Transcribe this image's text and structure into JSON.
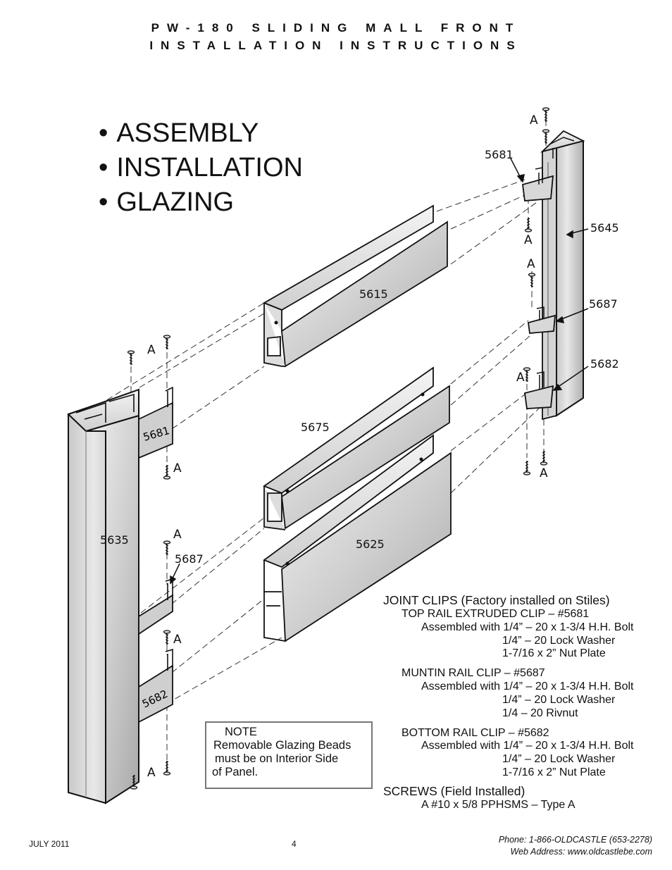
{
  "header": {
    "line1": "PW-180 SLIDING MALL FRONT",
    "line2": "INSTALLATION INSTRUCTIONS"
  },
  "bullets": [
    "ASSEMBLY",
    "INSTALLATION",
    "GLAZING"
  ],
  "part_labels": {
    "p5635": "5635",
    "p5645": "5645",
    "p5615": "5615",
    "p5675": "5675",
    "p5625": "5625",
    "p5681_right": "5681",
    "p5687_right": "5687",
    "p5682_right": "5682",
    "p5681_left": "5681",
    "p5687_left": "5687",
    "p5682_left": "5682",
    "screw_label": "A"
  },
  "joint_clips": {
    "heading": "JOINT CLIPS (Factory installed on Stiles)",
    "top_rail": {
      "title": "TOP RAIL EXTRUDED CLIP – #5681",
      "line1": "Assembled with 1/4” – 20 x 1-3/4 H.H. Bolt",
      "line2": "1/4” – 20 Lock Washer",
      "line3": "1-7/16 x 2” Nut Plate"
    },
    "muntin_rail": {
      "title": "MUNTIN RAIL CLIP – #5687",
      "line1": "Assembled with 1/4” – 20 x 1-3/4 H.H. Bolt",
      "line2": "1/4” – 20 Lock Washer",
      "line3": "1/4 – 20 Rivnut"
    },
    "bottom_rail": {
      "title": "BOTTOM RAIL CLIP – #5682",
      "line1": "Assembled with 1/4” – 20 x 1-3/4 H.H. Bolt",
      "line2": "1/4” – 20 Lock Washer",
      "line3": "1-7/16 x 2” Nut Plate"
    }
  },
  "screws": {
    "heading": "SCREWS  (Field Installed)",
    "line1": "A #10 x 5/8 PPHSMS – Type A"
  },
  "note": {
    "title": "NOTE",
    "line1": "Removable Glazing Beads",
    "line2": "must be on Interior Side",
    "line3": "of Panel."
  },
  "footer": {
    "date": "JULY 2011",
    "page": "4",
    "phone": "Phone: 1-866-OLDCASTLE (653-2278)",
    "web": "Web Address: www.oldcastlebe.com"
  },
  "colors": {
    "metal_light": "#e4e4e4",
    "metal_mid": "#bdbdbd",
    "metal_dark": "#8c8c8c",
    "line": "#111111"
  },
  "icons": [
    "screw-icon",
    "joint-clip-icon",
    "arrow-icon"
  ]
}
